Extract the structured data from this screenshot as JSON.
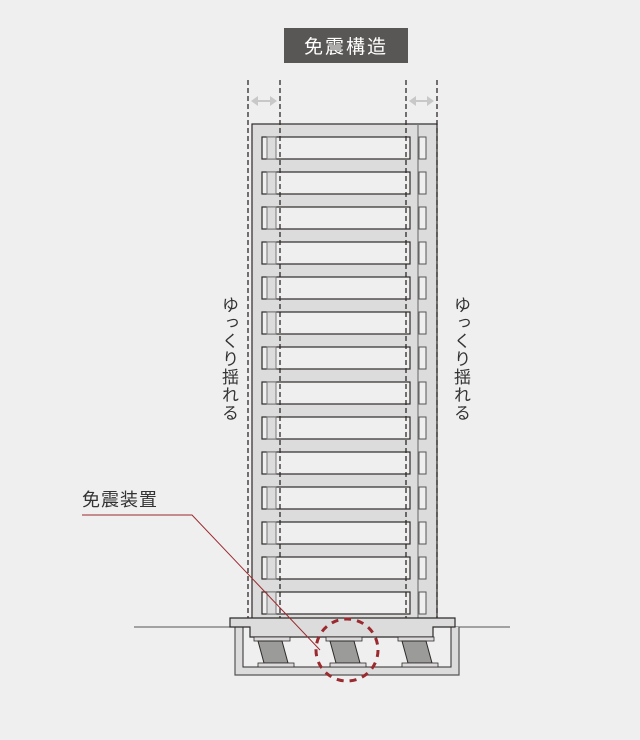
{
  "title": "免震構造",
  "left_label": "ゆっくり揺れる",
  "right_label": "ゆっくり揺れる",
  "device_label": "免震装置",
  "colors": {
    "background": "#efefef",
    "title_bg": "#595755",
    "title_text": "#ffffff",
    "building_fill": "#dcdcdc",
    "outline": "#2e2a28",
    "isolator_fill": "#9b9b9a",
    "accent_red": "#9b2a30",
    "arrow_gray": "#c8c8c8"
  },
  "building": {
    "floors": 14
  },
  "isolators": {
    "count": 3,
    "highlighted_index": 1
  }
}
